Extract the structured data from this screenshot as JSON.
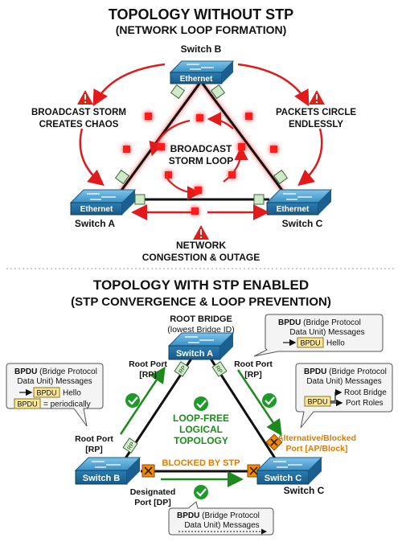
{
  "top": {
    "title": "TOPOLOGY WITHOUT STP",
    "subtitle": "(NETWORK LOOP FORMATION)",
    "switch_b": {
      "name": "Switch B",
      "face": "Ethernet"
    },
    "switch_a": {
      "name": "Switch A",
      "face": "Ethernet"
    },
    "switch_c": {
      "name": "Switch C",
      "face": "Ethernet"
    },
    "left_note": [
      "BROADCAST STORM",
      "CREATES CHAOS"
    ],
    "right_note": [
      "PACKETS CIRCLE",
      "ENDLESSLY"
    ],
    "center_note": [
      "BROADCAST",
      "STORM LOOP"
    ],
    "bottom_note": [
      "NETWORK",
      "CONGESTION & OUTAGE"
    ],
    "colors": {
      "loop": "#e11b1b",
      "storm": "#ff2222",
      "line": "#111111"
    }
  },
  "bottom": {
    "title": "TOPOLOGY WITH STP ENABLED",
    "subtitle": "(STP CONVERGENCE & LOOP PREVENTION)",
    "root_label": [
      "ROOT BRIDGE",
      "(lowest Bridge ID)"
    ],
    "switch_a": "Switch A",
    "switch_b": "Switch B",
    "switch_c": "Switch C",
    "rp_left": [
      "Root Port",
      "[RP]"
    ],
    "rp_right": [
      "Root Port",
      "[RP]"
    ],
    "rp_lower": [
      "Root Port",
      "[RP]"
    ],
    "rp_tag": "RP",
    "center_note": [
      "LOOP-FREE",
      "LOGICAL",
      "TOPOLOGY"
    ],
    "blocked_label": "BLOCKED BY STP",
    "alt_label": [
      "Alternative/Blocked",
      "Port [AP/Block]"
    ],
    "dp_label": [
      "Designated",
      "Port [DP]"
    ],
    "bpdu_top": {
      "bold": "BPDU",
      "rest": " (Bridge Protocol",
      "line2": "Data Unit) Messages",
      "chip": "BPDU",
      "after": "Hello"
    },
    "bpdu_left": {
      "bold": "BPDU",
      "rest": " (Bridge Protocol",
      "line2": "Data Unit) Messages",
      "chip": "BPDU",
      "after": "Hello",
      "chip2": "BPDU",
      "after2": "= periodically"
    },
    "bpdu_right": {
      "bold": "BPDU",
      "rest": " (Bridge Protocol",
      "line2": "Data Unit) Messages",
      "row1": "Root Bridge",
      "chip": "BPDU",
      "row2": "Port Roles"
    },
    "bpdu_bottom": {
      "bold": "BPDU",
      "rest": " (Bridge Protocol",
      "line2": "Data Unit) Messages"
    },
    "colors": {
      "green": "#1e8a1e",
      "orange": "#e07b00",
      "switch": "#2a7fb0"
    }
  }
}
